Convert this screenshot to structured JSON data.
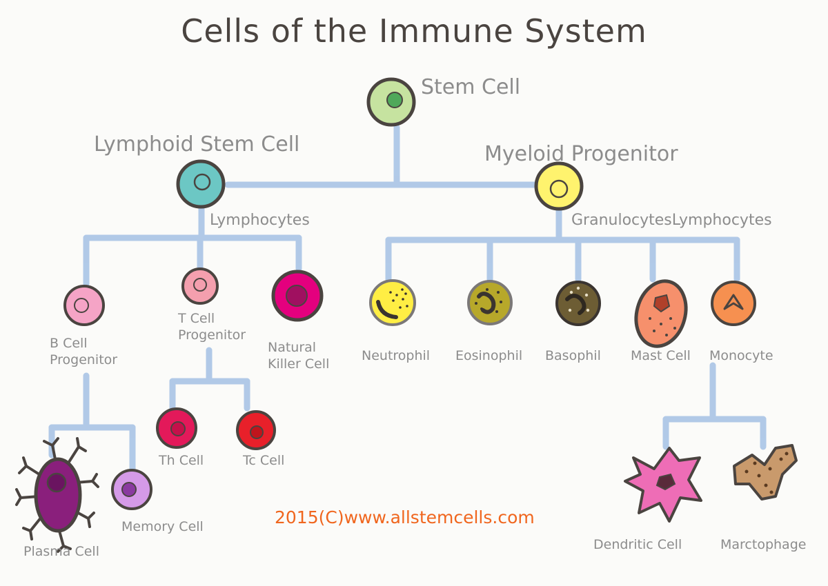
{
  "title": "Cells of the Immune System",
  "credit": "2015(C)www.allstemcells.com",
  "nodes": {
    "stem_cell": "Stem Cell",
    "lymphoid_stem_cell": "Lymphoid Stem Cell",
    "myeloid_progenitor": "Myeloid Progenitor",
    "lymphocytes": "Lymphocytes",
    "granulocytes_lymphocytes": "GranulocytesLymphocytes",
    "b_cell_progenitor_1": "B Cell",
    "b_cell_progenitor_2": "Progenitor",
    "t_cell_progenitor_1": "T Cell",
    "t_cell_progenitor_2": "Progenitor",
    "natural_killer_1": "Natural",
    "natural_killer_2": "Killer Cell",
    "neutrophil": "Neutrophil",
    "eosinophil": "Eosinophil",
    "basophil": "Basophil",
    "mast_cell": "Mast Cell",
    "monocyte": "Monocyte",
    "th_cell": "Th Cell",
    "tc_cell": "Tc Cell",
    "plasma_cell": "Plasma Cell",
    "memory_cell": "Memory Cell",
    "dendritic_cell": "Dendritic Cell",
    "macrophage": "Marctophage"
  },
  "colors": {
    "connector": "#a9c4e6",
    "outline": "#4a4440",
    "stem": "#c6e3a0",
    "lymphoid": "#6cc7c4",
    "myeloid": "#fff36e",
    "b_cell": "#f5a4c6",
    "t_cell": "#f49fae",
    "natural_killer": "#e4007e",
    "neutrophil": "#ffee44",
    "eosinophil": "#b7a82a",
    "basophil": "#6d5d34",
    "mast_cell": "#f6906c",
    "monocyte": "#f69050",
    "th_cell": "#e3195a",
    "tc_cell": "#e8202a",
    "plasma_cell": "#8a1f7c",
    "memory_cell": "#d59ae8",
    "dendritic_cell": "#ee6db6",
    "macrophage": "#c99a6c",
    "credit": "#f0661e"
  }
}
